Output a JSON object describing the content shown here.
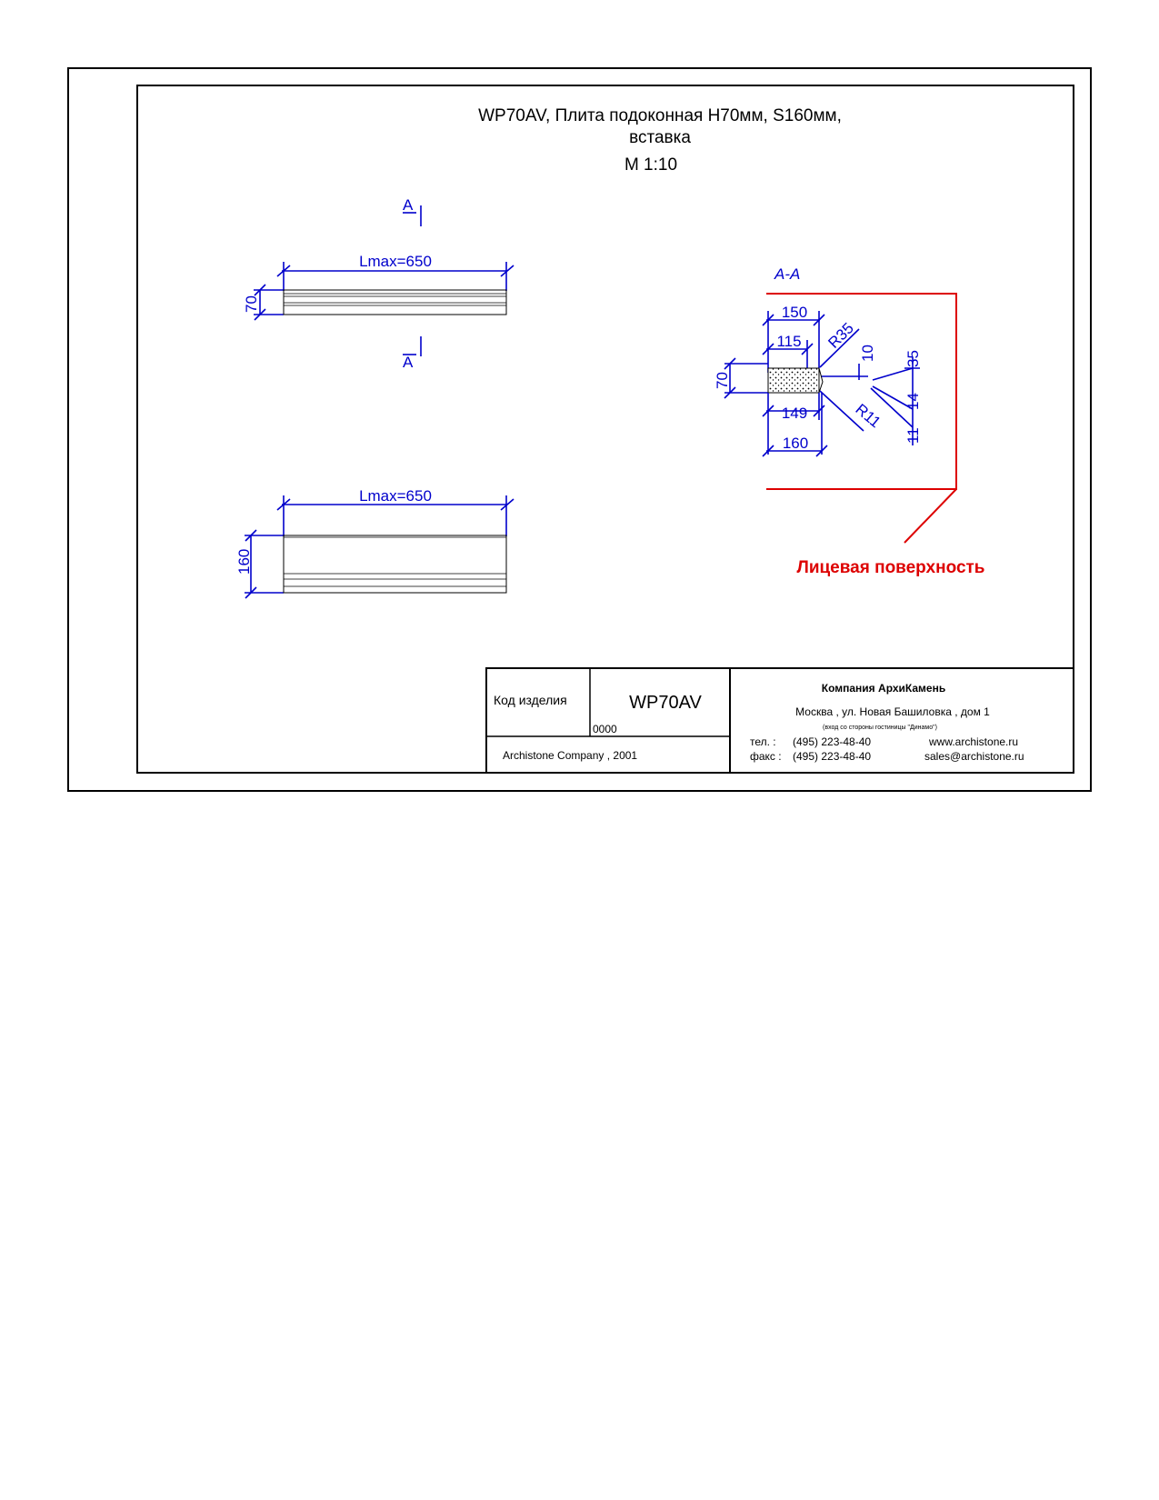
{
  "drawing": {
    "title_line1": "WP70AV, Плита подоконная H70мм, S160мм,",
    "title_line2": "вставка",
    "scale": "M 1:10"
  },
  "views": {
    "section_mark": "A",
    "section_label": "A-A",
    "top_length": "Lmax=650",
    "top_height": "70",
    "plan_length": "Lmax=650",
    "plan_width": "160"
  },
  "section_dims": {
    "d150": "150",
    "d115": "115",
    "r35": "R35",
    "d10": "10",
    "d35": "35",
    "d70": "70",
    "d149": "149",
    "r11": "R11",
    "d14": "14",
    "d11": "11",
    "d160": "160"
  },
  "face_label": "Лицевая поверхность",
  "title_block": {
    "code_label": "Код изделия",
    "code_value": "WP70AV",
    "code_sub": "0000",
    "copyright": "Archistone  Company ,  2001",
    "company": "Компания  АрхиКамень",
    "address": "Москва , ул. Новая Башиловка , дом 1",
    "address_note": "(вход со стороны гостиницы \"Динамо\")",
    "tel_label": "тел.   :",
    "tel": "(495) 223-48-40",
    "fax_label": "факс :",
    "fax": "(495) 223-48-40",
    "web": "www.archistone.ru",
    "email": "sales@archistone.ru"
  }
}
